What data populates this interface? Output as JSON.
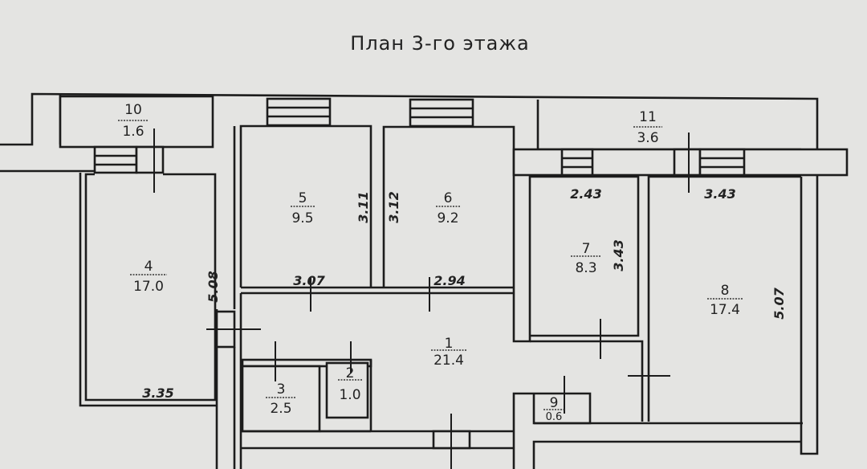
{
  "title": "План 3-го этажа",
  "rooms": [
    {
      "number": "1",
      "area": "21.4"
    },
    {
      "number": "2",
      "area": "1.0"
    },
    {
      "number": "3",
      "area": "2.5"
    },
    {
      "number": "4",
      "area": "17.0"
    },
    {
      "number": "5",
      "area": "9.5"
    },
    {
      "number": "6",
      "area": "9.2"
    },
    {
      "number": "7",
      "area": "8.3"
    },
    {
      "number": "8",
      "area": "17.4"
    },
    {
      "number": "9",
      "area": "0.6"
    },
    {
      "number": "10",
      "area": "1.6"
    },
    {
      "number": "11",
      "area": "3.6"
    }
  ],
  "dimensions": [
    "3.11",
    "3.12",
    "5.08",
    "3.07",
    "2.94",
    "3.35",
    "2.43",
    "3.43",
    "3.43",
    "5.07"
  ]
}
